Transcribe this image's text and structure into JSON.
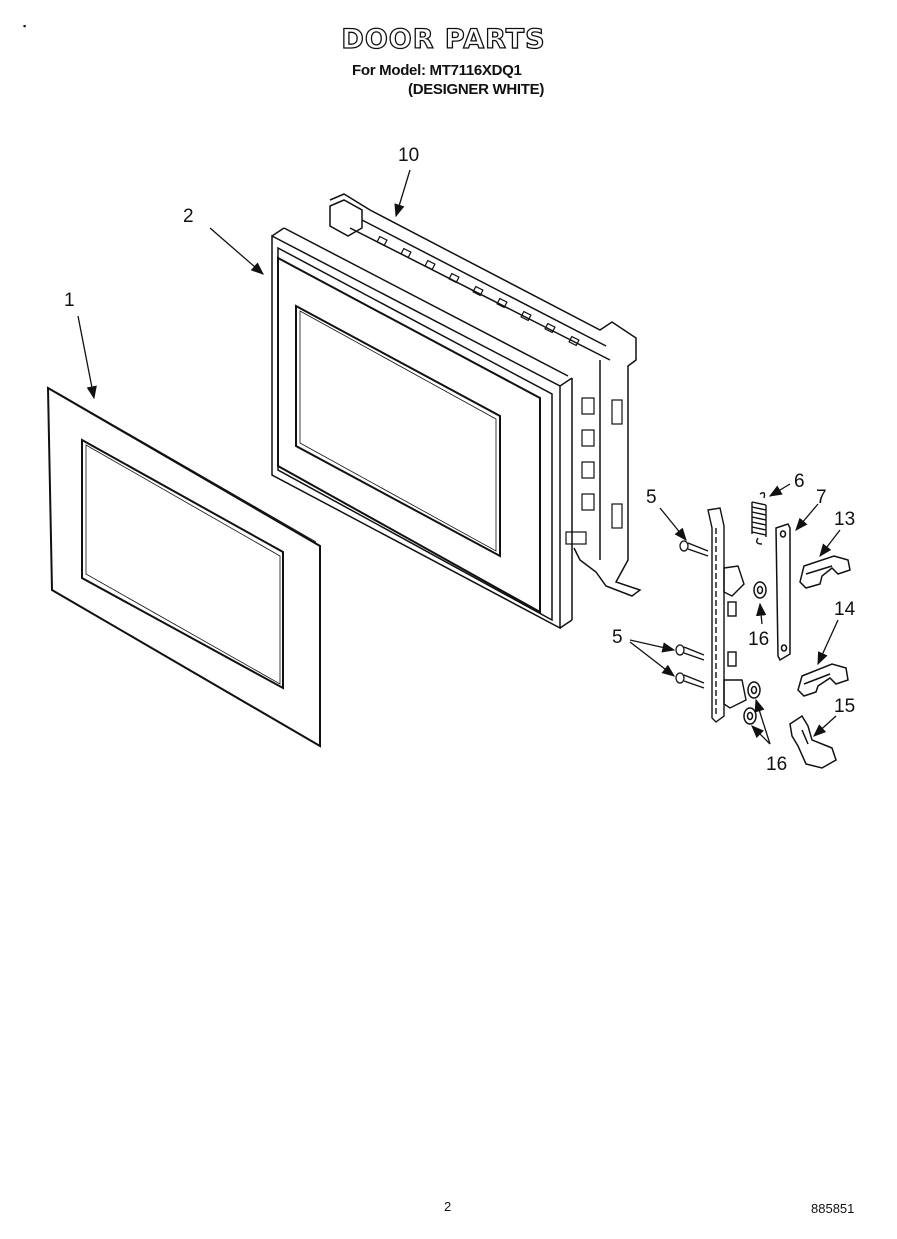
{
  "header": {
    "title": "DOOR PARTS",
    "model_line": "For Model: MT7116XDQ1",
    "variant": "(DESIGNER WHITE)"
  },
  "callouts": {
    "c1": "1",
    "c2": "2",
    "c5a": "5",
    "c5b": "5",
    "c6": "6",
    "c7": "7",
    "c10": "10",
    "c13": "13",
    "c14": "14",
    "c15": "15",
    "c16a": "16",
    "c16b": "16"
  },
  "footer": {
    "page": "2",
    "doc_number": "885851"
  }
}
